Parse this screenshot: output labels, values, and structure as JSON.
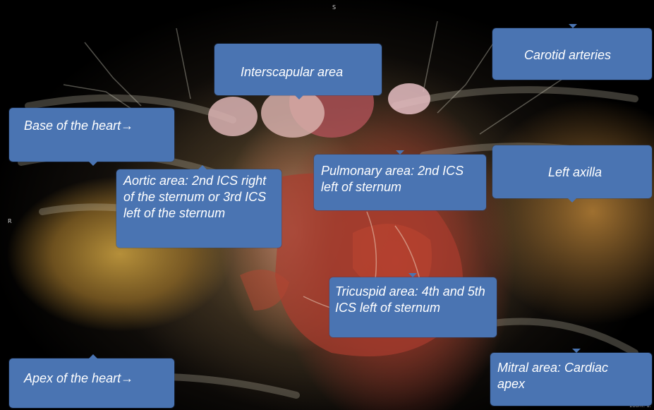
{
  "image": {
    "description_icon": "ct-heart-3d-render-icon"
  },
  "orientation": {
    "top": "S",
    "left": "R"
  },
  "zoom_readout": "zoom: 1.",
  "callouts": [
    {
      "id": "interscapular",
      "label": "Interscapular area"
    },
    {
      "id": "carotid",
      "label": "Carotid arteries"
    },
    {
      "id": "base",
      "label": "Base of the heart→"
    },
    {
      "id": "aortic",
      "label": "Aortic area: 2nd ICS right of the sternum or 3rd ICS left of the sternum"
    },
    {
      "id": "pulmonary",
      "label": "Pulmonary area: 2nd ICS left of sternum"
    },
    {
      "id": "axilla",
      "label": "Left axilla"
    },
    {
      "id": "tricuspid",
      "label": "Tricuspid area: 4th and 5th ICS left of sternum"
    },
    {
      "id": "apex",
      "label": "Apex of the heart→"
    },
    {
      "id": "mitral",
      "label": "Mitral area: Cardiac apex"
    }
  ],
  "colors": {
    "callout_fill": "#4a74b2",
    "callout_text": "#ffffff"
  }
}
